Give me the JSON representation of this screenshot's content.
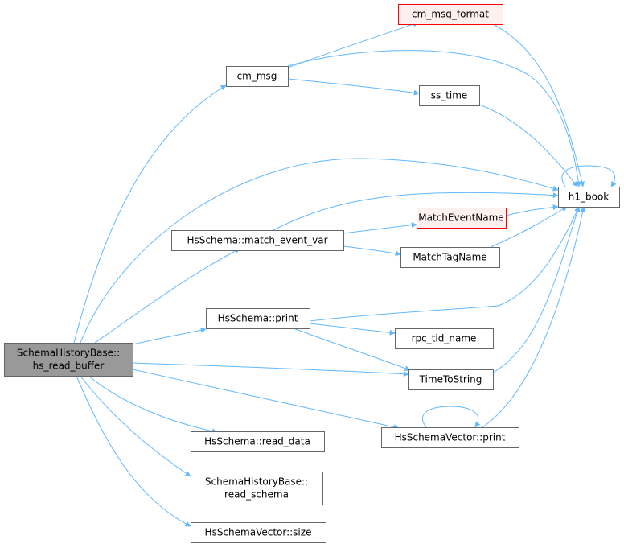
{
  "colors": {
    "edge": "#63b8ff",
    "node_border": "#666666",
    "node_fill": "#ffffff",
    "focus_fill": "#999999",
    "focus_border": "#666666",
    "missing_border": "#ff0000",
    "missing_fill": "#fff0f0"
  },
  "nodes": {
    "root": {
      "lines": [
        "SchemaHistoryBase::",
        "hs_read_buffer"
      ],
      "style": "focus"
    },
    "cm_msg": {
      "lines": [
        "cm_msg"
      ],
      "style": "normal"
    },
    "cm_msg_format": {
      "lines": [
        "cm_msg_format"
      ],
      "style": "missing"
    },
    "ss_time": {
      "lines": [
        "ss_time"
      ],
      "style": "normal"
    },
    "h1_book": {
      "lines": [
        "h1_book"
      ],
      "style": "normal"
    },
    "match_event_var": {
      "lines": [
        "HsSchema::match_event_var"
      ],
      "style": "normal"
    },
    "MatchEventName": {
      "lines": [
        "MatchEventName"
      ],
      "style": "missing"
    },
    "MatchTagName": {
      "lines": [
        "MatchTagName"
      ],
      "style": "normal"
    },
    "hs_print": {
      "lines": [
        "HsSchema::print"
      ],
      "style": "normal"
    },
    "rpc_tid_name": {
      "lines": [
        "rpc_tid_name"
      ],
      "style": "normal"
    },
    "TimeToString": {
      "lines": [
        "TimeToString"
      ],
      "style": "normal"
    },
    "vec_print": {
      "lines": [
        "HsSchemaVector::print"
      ],
      "style": "normal"
    },
    "read_data": {
      "lines": [
        "HsSchema::read_data"
      ],
      "style": "normal"
    },
    "read_schema": {
      "lines": [
        "SchemaHistoryBase::",
        "read_schema"
      ],
      "style": "normal"
    },
    "vec_size": {
      "lines": [
        "HsSchemaVector::size"
      ],
      "style": "normal"
    }
  },
  "edges": [
    {
      "from": "root",
      "to": "cm_msg"
    },
    {
      "from": "root",
      "to": "h1_book"
    },
    {
      "from": "root",
      "to": "match_event_var"
    },
    {
      "from": "root",
      "to": "hs_print"
    },
    {
      "from": "root",
      "to": "TimeToString"
    },
    {
      "from": "root",
      "to": "vec_print"
    },
    {
      "from": "root",
      "to": "read_data"
    },
    {
      "from": "root",
      "to": "read_schema"
    },
    {
      "from": "root",
      "to": "vec_size"
    },
    {
      "from": "cm_msg",
      "to": "cm_msg_format"
    },
    {
      "from": "cm_msg",
      "to": "h1_book"
    },
    {
      "from": "cm_msg",
      "to": "ss_time"
    },
    {
      "from": "cm_msg_format",
      "to": "h1_book"
    },
    {
      "from": "ss_time",
      "to": "h1_book"
    },
    {
      "from": "h1_book",
      "to": "h1_book"
    },
    {
      "from": "match_event_var",
      "to": "h1_book"
    },
    {
      "from": "match_event_var",
      "to": "MatchEventName"
    },
    {
      "from": "match_event_var",
      "to": "MatchTagName"
    },
    {
      "from": "MatchEventName",
      "to": "h1_book"
    },
    {
      "from": "MatchTagName",
      "to": "h1_book"
    },
    {
      "from": "hs_print",
      "to": "h1_book"
    },
    {
      "from": "hs_print",
      "to": "rpc_tid_name"
    },
    {
      "from": "hs_print",
      "to": "TimeToString"
    },
    {
      "from": "TimeToString",
      "to": "h1_book"
    },
    {
      "from": "vec_print",
      "to": "h1_book"
    },
    {
      "from": "vec_print",
      "to": "vec_print"
    }
  ]
}
